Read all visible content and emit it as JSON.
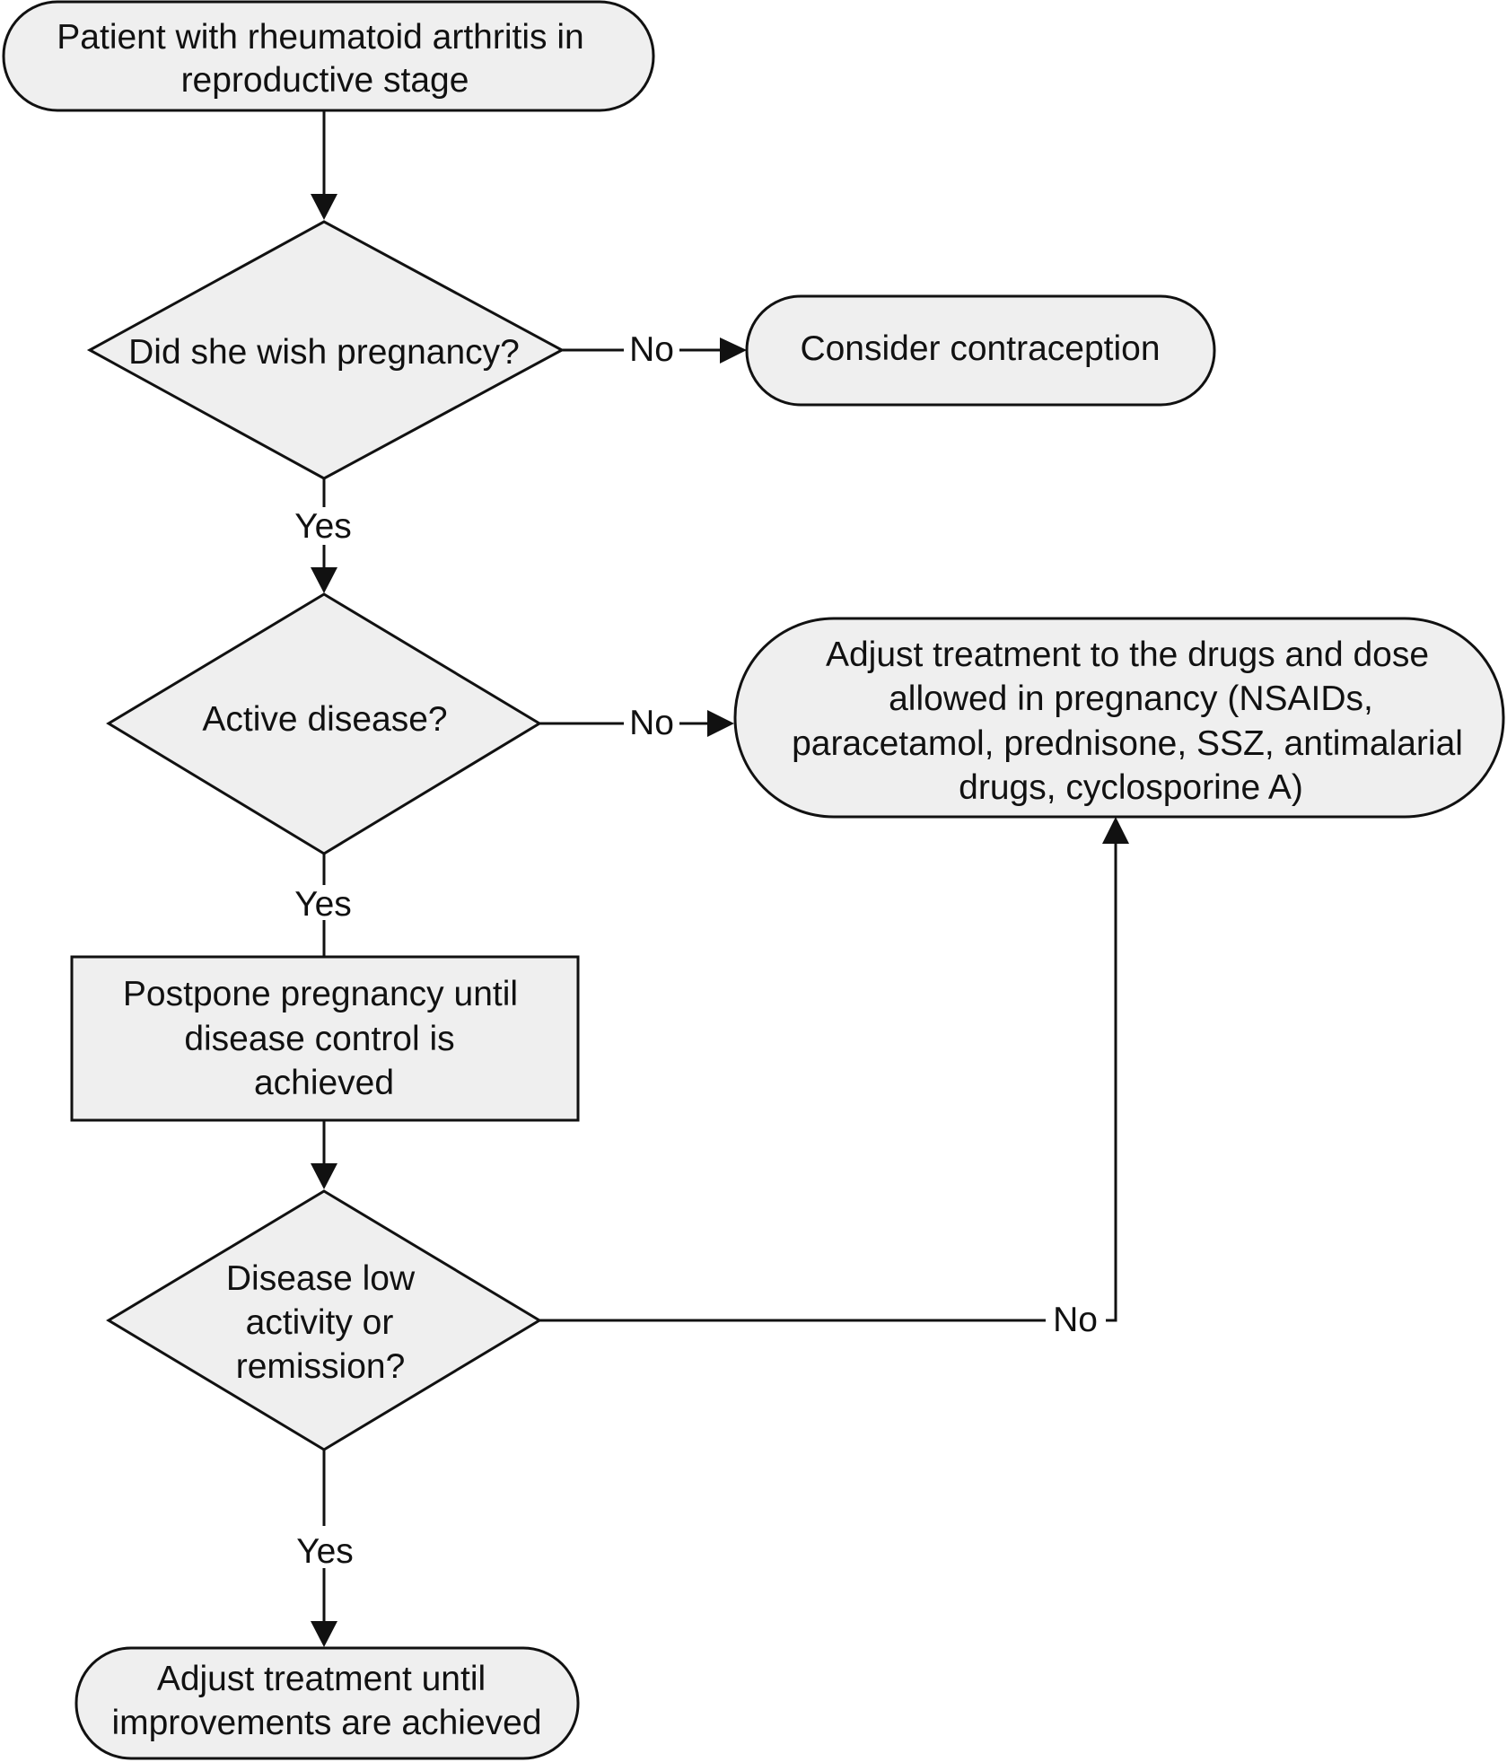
{
  "nodes": {
    "start": [
      "Patient with rheumatoid arthritis in",
      "reproductive stage"
    ],
    "wish": [
      "Did she wish pregnancy?"
    ],
    "contraception": [
      "Consider contraception"
    ],
    "active": [
      "Active disease?"
    ],
    "adjust_allowed": [
      "Adjust treatment to the drugs and dose",
      "allowed in pregnancy (NSAIDs,",
      "paracetamol, prednisone, SSZ, antimalarial",
      "drugs, cyclosporine A)"
    ],
    "postpone": [
      "Postpone pregnancy until",
      "disease control is",
      "achieved"
    ],
    "low_activity": [
      "Disease low",
      "activity or",
      "remission?"
    ],
    "adjust_until": [
      "Adjust treatment until",
      "improvements are achieved"
    ]
  },
  "edges": {
    "wish_no": "No",
    "wish_yes": "Yes",
    "active_no": "No",
    "active_yes": "Yes",
    "low_no": "No",
    "low_yes": "Yes"
  }
}
